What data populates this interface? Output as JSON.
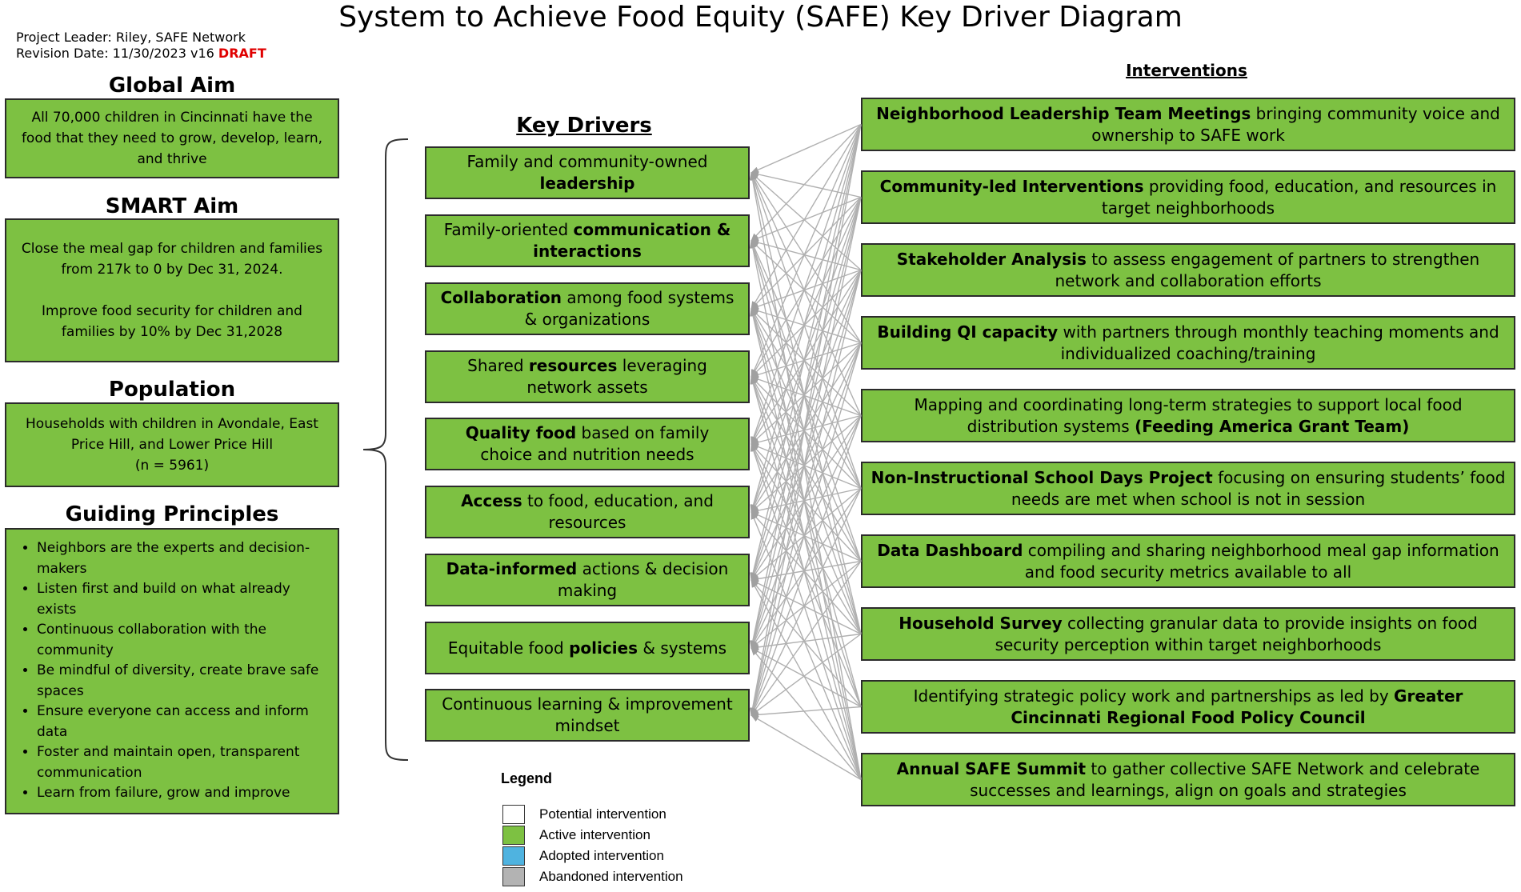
{
  "title": "System to Achieve Food Equity (SAFE) Key Driver Diagram",
  "meta": {
    "leader": "Project Leader: Riley, SAFE Network",
    "revision": "Revision Date: 11/30/2023 v16",
    "draft": "DRAFT"
  },
  "global_aim": {
    "heading": "Global Aim",
    "text": "All 70,000 children in Cincinnati have the food that they need to grow, develop, learn, and thrive"
  },
  "smart_aim": {
    "heading": "SMART Aim",
    "line1": "Close the meal gap for children and families from 217k to 0 by Dec 31, 2024.",
    "line2": "Improve food security for children and families by 10% by Dec 31,2028"
  },
  "population": {
    "heading": "Population",
    "line1": "Households with children in Avondale, East Price Hill, and Lower Price Hill",
    "line2": "(n = 5961)"
  },
  "guiding_principles": {
    "heading": "Guiding Principles",
    "items": [
      "Neighbors are the experts and decision-makers",
      "Listen first and build on what already exists",
      "Continuous collaboration with the community",
      "Be mindful of diversity, create brave safe spaces",
      "Ensure everyone can access and inform data",
      "Foster and maintain open, transparent communication",
      "Learn from failure, grow and improve"
    ]
  },
  "key_drivers": {
    "heading": "Key Drivers",
    "items": [
      {
        "pre": "Family and community-owned ",
        "bold": "leadership",
        "post": ""
      },
      {
        "pre": "Family-oriented ",
        "bold": "communication & interactions",
        "post": ""
      },
      {
        "pre": "",
        "bold": "Collaboration",
        "post": " among food systems & organizations"
      },
      {
        "pre": "Shared ",
        "bold": "resources",
        "post": " leveraging network assets"
      },
      {
        "pre": "",
        "bold": "Quality food",
        "post": " based on family choice and nutrition needs"
      },
      {
        "pre": "",
        "bold": "Access",
        "post": " to food, education, and resources"
      },
      {
        "pre": "",
        "bold": "Data-informed",
        "post": " actions & decision making"
      },
      {
        "pre": "Equitable food ",
        "bold": "policies",
        "post": " & systems"
      },
      {
        "pre": "Continuous learning & improvement mindset",
        "bold": "",
        "post": ""
      }
    ]
  },
  "interventions": {
    "heading": "Interventions",
    "items": [
      {
        "pre": "",
        "bold": "Neighborhood Leadership Team Meetings",
        "post": " bringing community voice and ownership to SAFE work"
      },
      {
        "pre": "",
        "bold": "Community-led Interventions",
        "post": " providing food, education, and resources in target neighborhoods"
      },
      {
        "pre": "",
        "bold": "Stakeholder Analysis",
        "post": " to assess engagement of partners to strengthen network and collaboration efforts"
      },
      {
        "pre": "",
        "bold": "Building QI capacity",
        "post": " with partners through monthly teaching moments and individualized coaching/training"
      },
      {
        "pre": "Mapping and coordinating long-term strategies to support local food distribution systems ",
        "bold": "(Feeding America Grant Team)",
        "post": ""
      },
      {
        "pre": "",
        "bold": "Non-Instructional School Days Project",
        "post": " focusing on ensuring students’ food needs are met when school is not in session"
      },
      {
        "pre": "",
        "bold": "Data Dashboard",
        "post": " compiling and sharing neighborhood meal gap information and food security metrics available to all"
      },
      {
        "pre": "",
        "bold": "Household Survey",
        "post": " collecting granular data to provide insights on food security perception within target neighborhoods"
      },
      {
        "pre": "Identifying strategic policy work and partnerships as led by ",
        "bold": "Greater Cincinnati Regional Food Policy Council",
        "post": ""
      },
      {
        "pre": "",
        "bold": "Annual SAFE Summit",
        "post": " to gather collective SAFE Network and celebrate successes and learnings, align on goals and strategies"
      }
    ]
  },
  "legend": {
    "title": "Legend",
    "items": [
      {
        "label": "Potential intervention",
        "color": "#ffffff"
      },
      {
        "label": "Active intervention",
        "color": "#7dc142"
      },
      {
        "label": "Adopted intervention",
        "color": "#4fb3e0"
      },
      {
        "label": "Abandoned intervention",
        "color": "#b3b3b3"
      }
    ]
  },
  "colors": {
    "active_green": "#7dc142",
    "draft_red": "#e00000",
    "connector_gray": "#b0b0b0"
  },
  "connections": [
    [
      0,
      1,
      2,
      3,
      4,
      5,
      6,
      7,
      8
    ],
    [
      0,
      1,
      2,
      3,
      4,
      5,
      6,
      7,
      8
    ],
    [
      0,
      1,
      2,
      3,
      4,
      5,
      6,
      7,
      8
    ],
    [
      0,
      1,
      2,
      3,
      4,
      5,
      6,
      7,
      8
    ],
    [
      0,
      2,
      3,
      4,
      5,
      6,
      7,
      8
    ],
    [
      0,
      1,
      2,
      3,
      4,
      5,
      6,
      7,
      8
    ],
    [
      1,
      2,
      3,
      4,
      5,
      6,
      7,
      8
    ],
    [
      0,
      1,
      2,
      3,
      4,
      5,
      6,
      7,
      8
    ],
    [
      2,
      3,
      4,
      6,
      7,
      8
    ],
    [
      0,
      1,
      2,
      3,
      4,
      5,
      6,
      7,
      8
    ]
  ]
}
